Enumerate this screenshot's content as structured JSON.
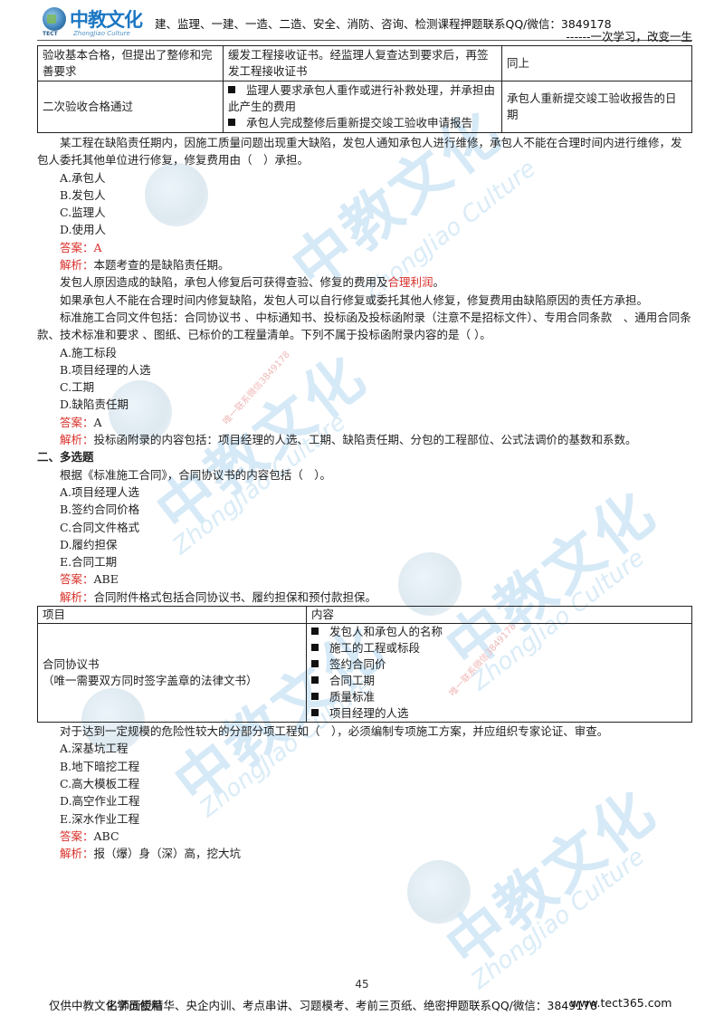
{
  "header": {
    "logo_cn": "中教文化",
    "logo_en": "ZhongJiao Culture",
    "logo_tect": "TECT",
    "line1": "建、监理、一建、一造、二造、安全、消防、咨询、检测课程押题联系QQ/微信：3849178",
    "line2": "------一次学习，改变一生"
  },
  "table1": {
    "rows": [
      {
        "c1": "验收基本合格，但提出了整修和完善要求",
        "c2": "缓发工程接收证书。经监理人复查达到要求后，再签发工程接收证书",
        "c3": "同上"
      },
      {
        "c1": "二次验收合格通过",
        "c2_bullets": [
          "监理人要求承包人重作或进行补救处理，并承担由此产生的费用",
          "承包人完成整修后重新提交竣工验收申请报告"
        ],
        "c3": "承包人重新提交竣工验收报告的日期"
      }
    ]
  },
  "q1": {
    "stem": "某工程在缺陷责任期内，因施工质量问题出现重大缺陷，发包人通知承包人进行维修，承包人不能在合理时间内进行维修，发包人委托其他单位进行修复，修复费用由（　）承担。",
    "options": [
      "A.承包人",
      "B.发包人",
      "C.监理人",
      "D.使用人"
    ],
    "answer_label": "答案：",
    "answer": "A",
    "analysis_label": "解析：",
    "analysis": "本题考查的是缺陷责任期。",
    "note1_pre": "发包人原因造成的缺陷，承包人修复后可获得查验、修复的费用及",
    "note1_red": "合理利润",
    "note1_post": "。",
    "note2": "如果承包人不能在合理时间内修复缺陷，发包人可以自行修复或委托其他人修复，修复费用由缺陷原因的责任方承担。"
  },
  "q2": {
    "stem": "标准施工合同文件包括：合同协议书 、中标通知书、投标函及投标函附录（注意不是招标文件）、专用合同条款　、通用合同条款、技术标准和要求 、图纸、已标价的工程量清单。下列不属于投标函附录内容的是（ ）。",
    "options": [
      "A.施工标段",
      "B.项目经理的人选",
      "C.工期",
      "D.缺陷责任期"
    ],
    "answer_label": "答案：",
    "answer": "A",
    "analysis_label": "解析：",
    "analysis": "投标函附录的内容包括：项目经理的人选、工期、缺陷责任期、分包的工程部位、公式法调价的基数和系数。"
  },
  "section2": {
    "title": "二、多选题"
  },
  "q3": {
    "stem": "根据《标准施工合同》，合同协议书的内容包括（　）。",
    "options": [
      "A.项目经理人选",
      "B.签约合同价格",
      "C.合同文件格式",
      "D.履约担保",
      "E.合同工期"
    ],
    "answer_label": "答案：",
    "answer": "ABE",
    "analysis_label": "解析：",
    "analysis": "合同附件格式包括合同协议书、履约担保和预付款担保。"
  },
  "table2": {
    "headers": [
      "项目",
      "内容"
    ],
    "row_title": "合同协议书",
    "row_subtitle": "（唯一需要双方同时签字盖章的法律文书）",
    "bullets": [
      "发包人和承包人的名称",
      "施工的工程或标段",
      "签约合同价",
      "合同工期",
      "质量标准",
      "项目经理的人选"
    ]
  },
  "q4": {
    "stem": "对于达到一定规模的危险性较大的分部分项工程如（　），必须编制专项施工方案，并应组织专家论证、审查。",
    "options": [
      "A.深基坑工程",
      "B.地下暗挖工程",
      "C.高大模板工程",
      "D.高空作业工程",
      "E.深水作业工程"
    ],
    "answer_label": "答案：",
    "answer": "ABC",
    "analysis_label": "解析：",
    "analysis": "报（爆）身（深）高，挖大坑"
  },
  "page_number": "45",
  "footer": {
    "left": "仅供中教文化学员使用",
    "middle": "名师面授精华、央企内训、考点串讲、习题模考、考前三页纸、绝密押题联系QQ/微信：3849178",
    "right": "www.tect365.com"
  },
  "watermark": {
    "logo_cn": "中教文化",
    "logo_en": "ZhongJiao Culture",
    "tect": "TECT",
    "red_text": "唯一联系微信3849178"
  },
  "colors": {
    "accent_red": "#d8302a",
    "logo_blue": "#1c77c3",
    "watermark_blue": "#cfe6f6"
  }
}
